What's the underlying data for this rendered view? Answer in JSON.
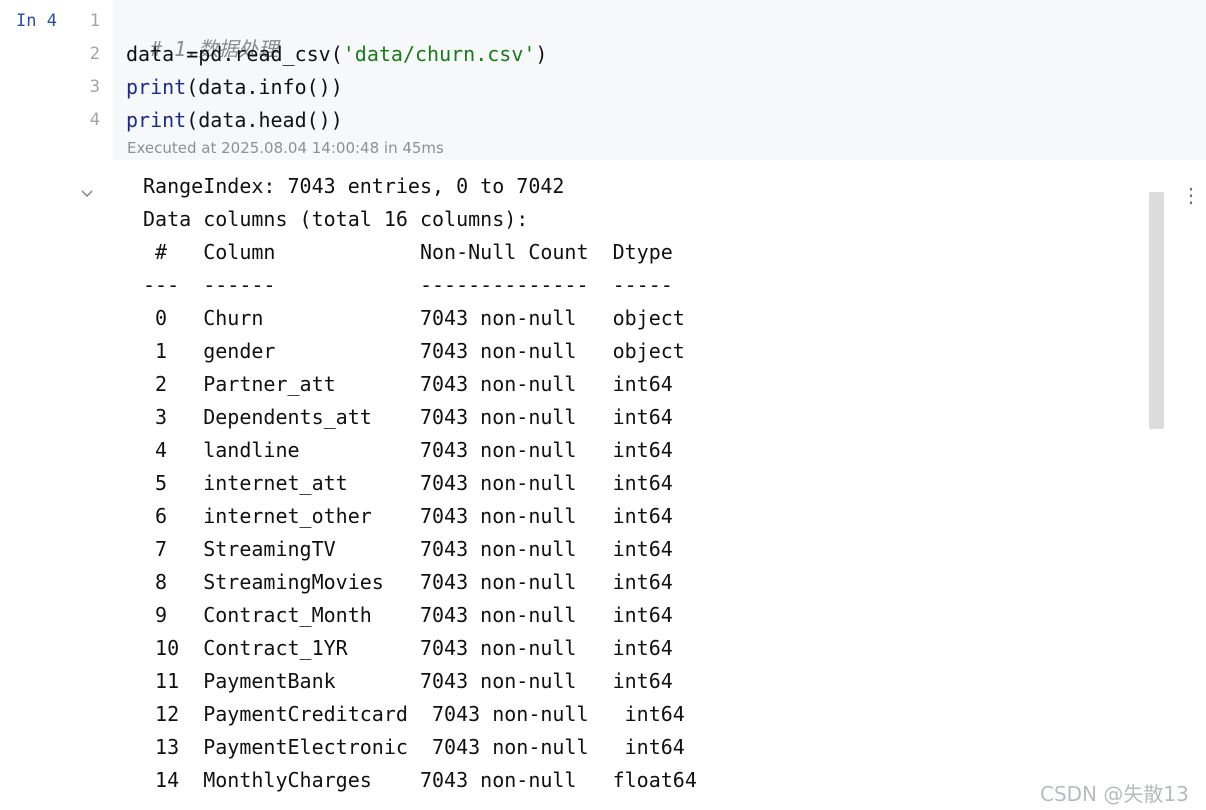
{
  "cell": {
    "prompt": "In 4",
    "line_numbers": [
      "1",
      "2",
      "3",
      "4"
    ],
    "code": [
      {
        "parts": [
          {
            "t": "# 1.数据处理",
            "c": "comment"
          }
        ]
      },
      {
        "parts": [
          {
            "t": "data =pd.read_csv(",
            "c": ""
          },
          {
            "t": "'data/churn.csv'",
            "c": "string"
          },
          {
            "t": ")",
            "c": ""
          }
        ]
      },
      {
        "parts": [
          {
            "t": "print",
            "c": "builtin"
          },
          {
            "t": "(data.info())",
            "c": ""
          }
        ]
      },
      {
        "parts": [
          {
            "t": "print",
            "c": "builtin"
          },
          {
            "t": "(data.head())",
            "c": ""
          }
        ]
      }
    ],
    "exec_info": "Executed at 2025.08.04 14:00:48 in 45ms"
  },
  "output": {
    "collapse_icon": "chevron-down-icon",
    "menu_icon": "vertical-ellipsis-icon",
    "lines": [
      "RangeIndex: 7043 entries, 0 to 7042",
      "Data columns (total 16 columns):",
      " #   Column            Non-Null Count  Dtype  ",
      "---  ------            --------------  -----  ",
      " 0   Churn             7043 non-null   object ",
      " 1   gender            7043 non-null   object ",
      " 2   Partner_att       7043 non-null   int64  ",
      " 3   Dependents_att    7043 non-null   int64  ",
      " 4   landline          7043 non-null   int64  ",
      " 5   internet_att      7043 non-null   int64  ",
      " 6   internet_other    7043 non-null   int64  ",
      " 7   StreamingTV       7043 non-null   int64  ",
      " 8   StreamingMovies   7043 non-null   int64  ",
      " 9   Contract_Month    7043 non-null   int64  ",
      " 10  Contract_1YR      7043 non-null   int64  ",
      " 11  PaymentBank       7043 non-null   int64  ",
      " 12  PaymentCreditcard  7043 non-null   int64  ",
      " 13  PaymentElectronic  7043 non-null   int64  ",
      " 14  MonthlyCharges    7043 non-null   float64"
    ]
  },
  "watermark": "CSDN @失散13"
}
